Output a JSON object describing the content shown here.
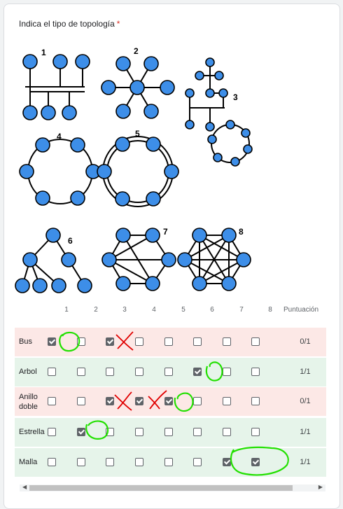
{
  "question": {
    "title": "Indica el tipo de topología",
    "required_mark": "*"
  },
  "figure_labels": [
    "1",
    "2",
    "3",
    "4",
    "5",
    "6",
    "7",
    "8"
  ],
  "grid": {
    "columns": [
      "1",
      "2",
      "3",
      "4",
      "5",
      "6",
      "7",
      "8"
    ],
    "score_header": "Puntuación",
    "rows": [
      {
        "label": "Bus",
        "status": "incorrect",
        "score": "0/1",
        "checked": [
          1,
          3
        ]
      },
      {
        "label": "Arbol",
        "status": "correct",
        "score": "1/1",
        "checked": [
          6
        ]
      },
      {
        "label": "Anillo doble",
        "status": "incorrect",
        "score": "0/1",
        "checked": [
          3,
          4,
          5
        ]
      },
      {
        "label": "Estrella",
        "status": "correct",
        "score": "1/1",
        "checked": [
          2
        ]
      },
      {
        "label": "Malla",
        "status": "correct",
        "score": "1/1",
        "checked": [
          7,
          8
        ]
      }
    ]
  },
  "colors": {
    "node": "#3d8ee8",
    "correct_bg": "#e6f4ea",
    "incorrect_bg": "#fce8e6",
    "mark_green": "#22e000",
    "mark_red": "#e00000"
  }
}
